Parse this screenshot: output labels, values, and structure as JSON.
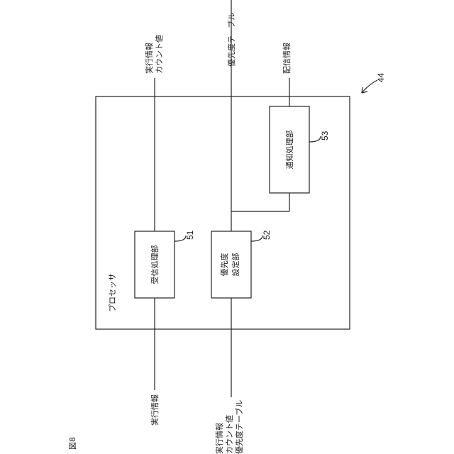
{
  "figure_label": "図8",
  "ref_processor": "44",
  "processor_label": "プロセッサ",
  "blocks": {
    "receive": {
      "label": "受信処理部",
      "number": "51"
    },
    "priority": {
      "label_line1": "優先度",
      "label_line2": "設定部",
      "number": "52"
    },
    "notify": {
      "label": "通知処理部",
      "number": "53"
    }
  },
  "top_signals": {
    "exec_line1": "実行情報",
    "exec_line2": "カウント値",
    "priority_table": "優先度テーブル",
    "delivery": "配信情報"
  },
  "bottom_signals": {
    "exec_info": "実行情報",
    "line1": "実行情報",
    "line2": "カウント値",
    "line3": "優先度テーブル"
  }
}
